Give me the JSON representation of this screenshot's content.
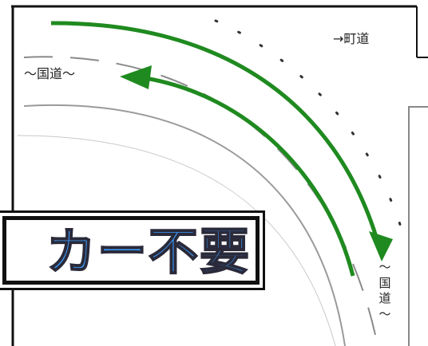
{
  "labels": {
    "town_road": "→町道",
    "national_road_top": "～国道～",
    "national_road_side": [
      "～",
      "国",
      "道",
      "～"
    ]
  },
  "banner": {
    "text": "カー不要"
  },
  "colors": {
    "arrow": "#1f8a1f",
    "road_line": "#9a9a9a",
    "border": "#111111",
    "banner_text": "#3c9dff"
  }
}
